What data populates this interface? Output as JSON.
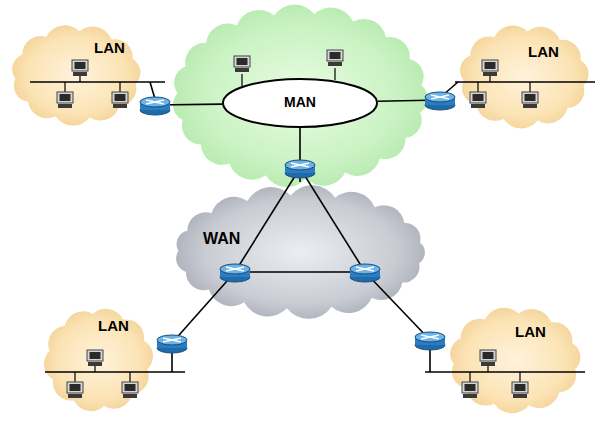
{
  "diagram": {
    "nodes": [
      {
        "text": [
          "LAN"
        ]
      },
      {
        "text": [
          "MAN"
        ]
      },
      {
        "text": [
          "LAN"
        ]
      },
      {
        "text": [
          "WAN"
        ]
      },
      {
        "text": [
          "LAN"
        ]
      },
      {
        "text": [
          "LAN"
        ]
      }
    ],
    "edges": [
      {
        "from": 0,
        "to": 1,
        "arrow": "none"
      },
      {
        "from": 2,
        "to": 1,
        "arrow": "none"
      },
      {
        "from": 1,
        "to": 3,
        "arrow": "none"
      },
      {
        "from": 3,
        "to": 4,
        "arrow": "none"
      },
      {
        "from": 3,
        "to": 5,
        "arrow": "none"
      }
    ]
  }
}
